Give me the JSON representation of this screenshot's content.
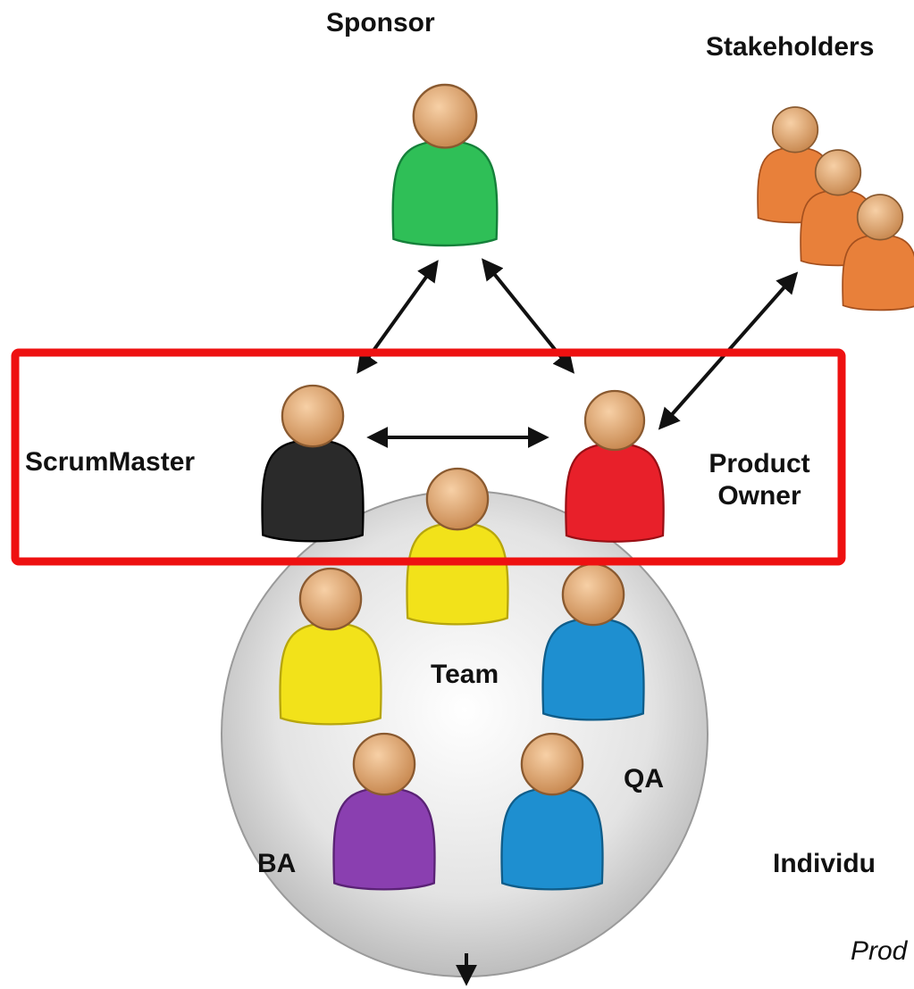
{
  "labels": {
    "sponsor": "Sponsor",
    "stakeholders": "Stakeholders",
    "scrum_master": "ScrumMaster",
    "product_owner_line1": "Product",
    "product_owner_line2": "Owner",
    "team": "Team",
    "qa": "QA",
    "ba": "BA",
    "individuals_partial": "Individu",
    "product_partial": "Prod"
  },
  "colors": {
    "highlight_box": "#ee1111",
    "sponsor": "#2fbf57",
    "stakeholders": "#e8803a",
    "scrum_master": "#2a2a2a",
    "product_owner": "#e8202a",
    "developer": "#f2e21a",
    "qa": "#1e8fd0",
    "ba": "#8a3fb0",
    "team_circle": "#d8d8d8"
  },
  "icons": [
    "person-icon",
    "person-group-icon",
    "double-arrow-icon",
    "down-arrow-icon"
  ]
}
